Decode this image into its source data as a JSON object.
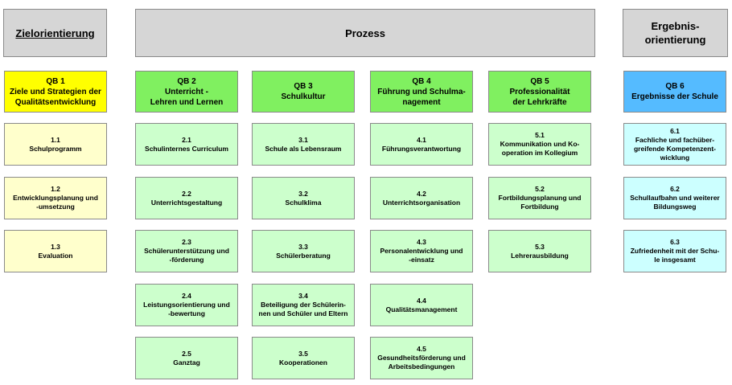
{
  "headers": {
    "ziel": "Zielorientierung",
    "prozess": "Prozess",
    "ergebnis": "Ergebnis-\norientierung"
  },
  "colors": {
    "header_gray": "#d6d6d6",
    "qb1_yellow": "#ffff00",
    "qb_green": "#80f060",
    "qb6_blue": "#55bbff",
    "item_yellow": "#ffffcc",
    "item_green": "#ccffcc",
    "item_cyan": "#ccffff"
  },
  "columns": [
    {
      "qb": "QB 1\nZiele und Strategien der\nQualitätsentwicklung",
      "items": [
        "1.1\nSchulprogramm",
        "1.2\nEntwicklungsplanung und\n-umsetzung",
        "1.3\nEvaluation"
      ]
    },
    {
      "qb": "QB 2\nUnterricht -\nLehren und Lernen",
      "items": [
        "2.1\nSchulinternes Curriculum",
        "2.2\nUnterrichtsgestaltung",
        "2.3\nSchülerunterstützung und\n-förderung",
        "2.4\nLeistungsorientierung und\n-bewertung",
        "2.5\nGanztag"
      ]
    },
    {
      "qb": "QB 3\nSchulkultur",
      "items": [
        "3.1\nSchule als Lebensraum",
        "3.2\nSchulklima",
        "3.3\nSchülerberatung",
        "3.4\nBeteiligung der Schülerin-\nnen und Schüler und Eltern",
        "3.5\nKooperationen"
      ]
    },
    {
      "qb": "QB 4\nFührung und Schulma-\nnagement",
      "items": [
        "4.1\nFührungsverantwortung",
        "4.2\nUnterrichtsorganisation",
        "4.3\nPersonalentwicklung und\n-einsatz",
        "4.4\nQualitätsmanagement",
        "4.5\nGesundheitsförderung und\nArbeitsbedingungen"
      ]
    },
    {
      "qb": "QB 5\nProfessionalität\nder Lehrkräfte",
      "items": [
        "5.1\nKommunikation und Ko-\noperation im Kollegium",
        "5.2\nFortbildungsplanung und\nFortbildung",
        "5.3\nLehrerausbildung"
      ]
    },
    {
      "qb": "QB 6\nErgebnisse der Schule",
      "items": [
        "6.1\nFachliche und fachüber-\ngreifende Kompetenzent-\nwicklung",
        "6.2\nSchullaufbahn und weiterer\nBildungsweg",
        "6.3\nZufriedenheit mit der Schu-\nle insgesamt"
      ]
    }
  ]
}
